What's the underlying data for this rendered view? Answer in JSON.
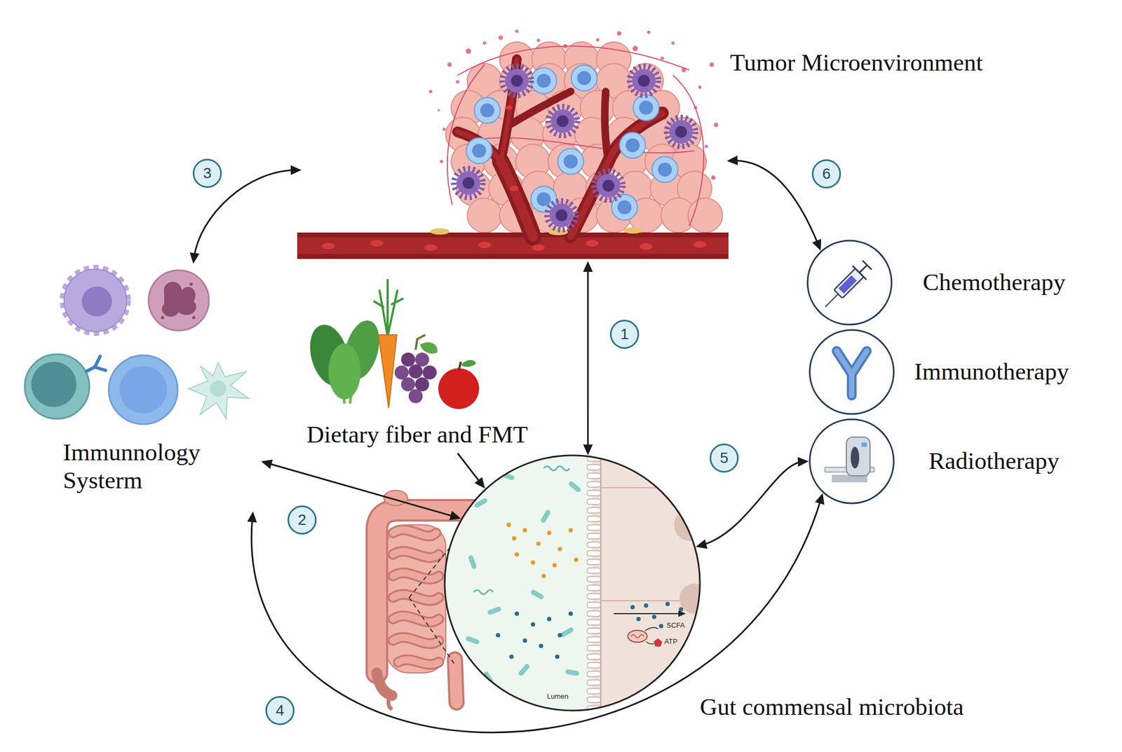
{
  "diagram": {
    "nodes": [
      {
        "text": [
          "Tumor Microenvironment"
        ]
      },
      {
        "text": [
          "Immunnology Systerm"
        ]
      },
      {
        "text": [
          "Dietary fiber and FMT"
        ]
      },
      {
        "text": [
          "Chemotherapy"
        ]
      },
      {
        "text": [
          "Immunotherapy"
        ]
      },
      {
        "text": [
          "Radiotherapy"
        ]
      },
      {
        "text": [
          "Gut commensal microbiota"
        ]
      }
    ],
    "edges": [
      {
        "from": 0,
        "to": 6,
        "arrow": "both"
      },
      {
        "from": 1,
        "to": 6,
        "arrow": "both"
      },
      {
        "from": 1,
        "to": 0,
        "arrow": "both"
      },
      {
        "from": 1,
        "to": 5,
        "arrow": "both"
      },
      {
        "from": 6,
        "to": 5,
        "arrow": "both"
      },
      {
        "from": 0,
        "to": 3,
        "arrow": "both"
      },
      {
        "from": 2,
        "to": 6,
        "arrow": "to"
      }
    ],
    "labels": [
      "1",
      "2",
      "3",
      "4",
      "5",
      "6",
      "SCFA",
      "ATP",
      "Lumen"
    ]
  }
}
